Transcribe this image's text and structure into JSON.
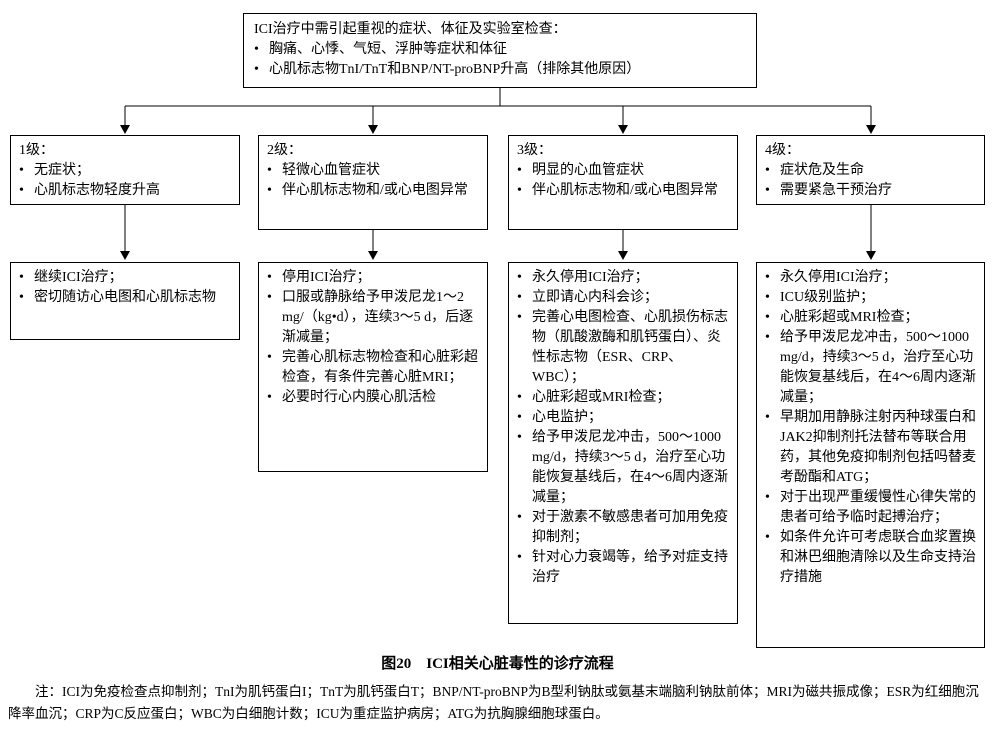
{
  "top_box": {
    "title": "ICI治疗中需引起重视的症状、体征及实验室检查：",
    "bullets": [
      "胸痛、心悸、气短、浮肿等症状和体征",
      "心肌标志物TnI/TnT和BNP/NT-proBNP升高（排除其他原因）"
    ]
  },
  "grades": [
    {
      "label": "1级：",
      "criteria": [
        "无症状；",
        "心肌标志物轻度升高"
      ],
      "treatment": [
        "继续ICI治疗；",
        "密切随访心电图和心肌标志物"
      ]
    },
    {
      "label": "2级：",
      "criteria": [
        "轻微心血管症状",
        "伴心肌标志物和/或心电图异常"
      ],
      "treatment": [
        "停用ICI治疗；",
        "口服或静脉给予甲泼尼龙1～2 mg/（kg•d），连续3～5 d，后逐渐减量；",
        "完善心肌标志物检查和心脏彩超检查，有条件完善心脏MRI；",
        "必要时行心内膜心肌活检"
      ]
    },
    {
      "label": "3级：",
      "criteria": [
        "明显的心血管症状",
        "伴心肌标志物和/或心电图异常"
      ],
      "treatment": [
        "永久停用ICI治疗；",
        "立即请心内科会诊；",
        "完善心电图检查、心肌损伤标志物（肌酸激酶和肌钙蛋白）、炎性标志物（ESR、CRP、WBC）；",
        "心脏彩超或MRI检查；",
        "心电监护；",
        "给予甲泼尼龙冲击，500～1000 mg/d，持续3～5 d，治疗至心功能恢复基线后，在4～6周内逐渐减量；",
        "对于激素不敏感患者可加用免疫抑制剂；",
        "针对心力衰竭等，给予对症支持治疗"
      ]
    },
    {
      "label": "4级：",
      "criteria": [
        "症状危及生命",
        "需要紧急干预治疗"
      ],
      "treatment": [
        "永久停用ICI治疗；",
        "ICU级别监护；",
        "心脏彩超或MRI检查；",
        "给予甲泼尼龙冲击，500～1000 mg/d，持续3～5 d，治疗至心功能恢复基线后，在4～6周内逐渐减量；",
        "早期加用静脉注射丙种球蛋白和JAK2抑制剂托法替布等联合用药，其他免疫抑制剂包括吗替麦考酚酯和ATG；",
        "对于出现严重缓慢性心律失常的患者可给予临时起搏治疗；",
        "如条件允许可考虑联合血浆置换和淋巴细胞清除以及生命支持治疗措施"
      ]
    }
  ],
  "caption": "图20　ICI相关心脏毒性的诊疗流程",
  "note": "注：ICI为免疫检查点抑制剂；TnI为肌钙蛋白I；TnT为肌钙蛋白T；BNP/NT-proBNP为B型利钠肽或氨基末端脑利钠肽前体；MRI为磁共振成像；ESR为红细胞沉降率血沉；CRP为C反应蛋白；WBC为白细胞计数；ICU为重症监护病房；ATG为抗胸腺细胞球蛋白。",
  "line_color": "#000000"
}
